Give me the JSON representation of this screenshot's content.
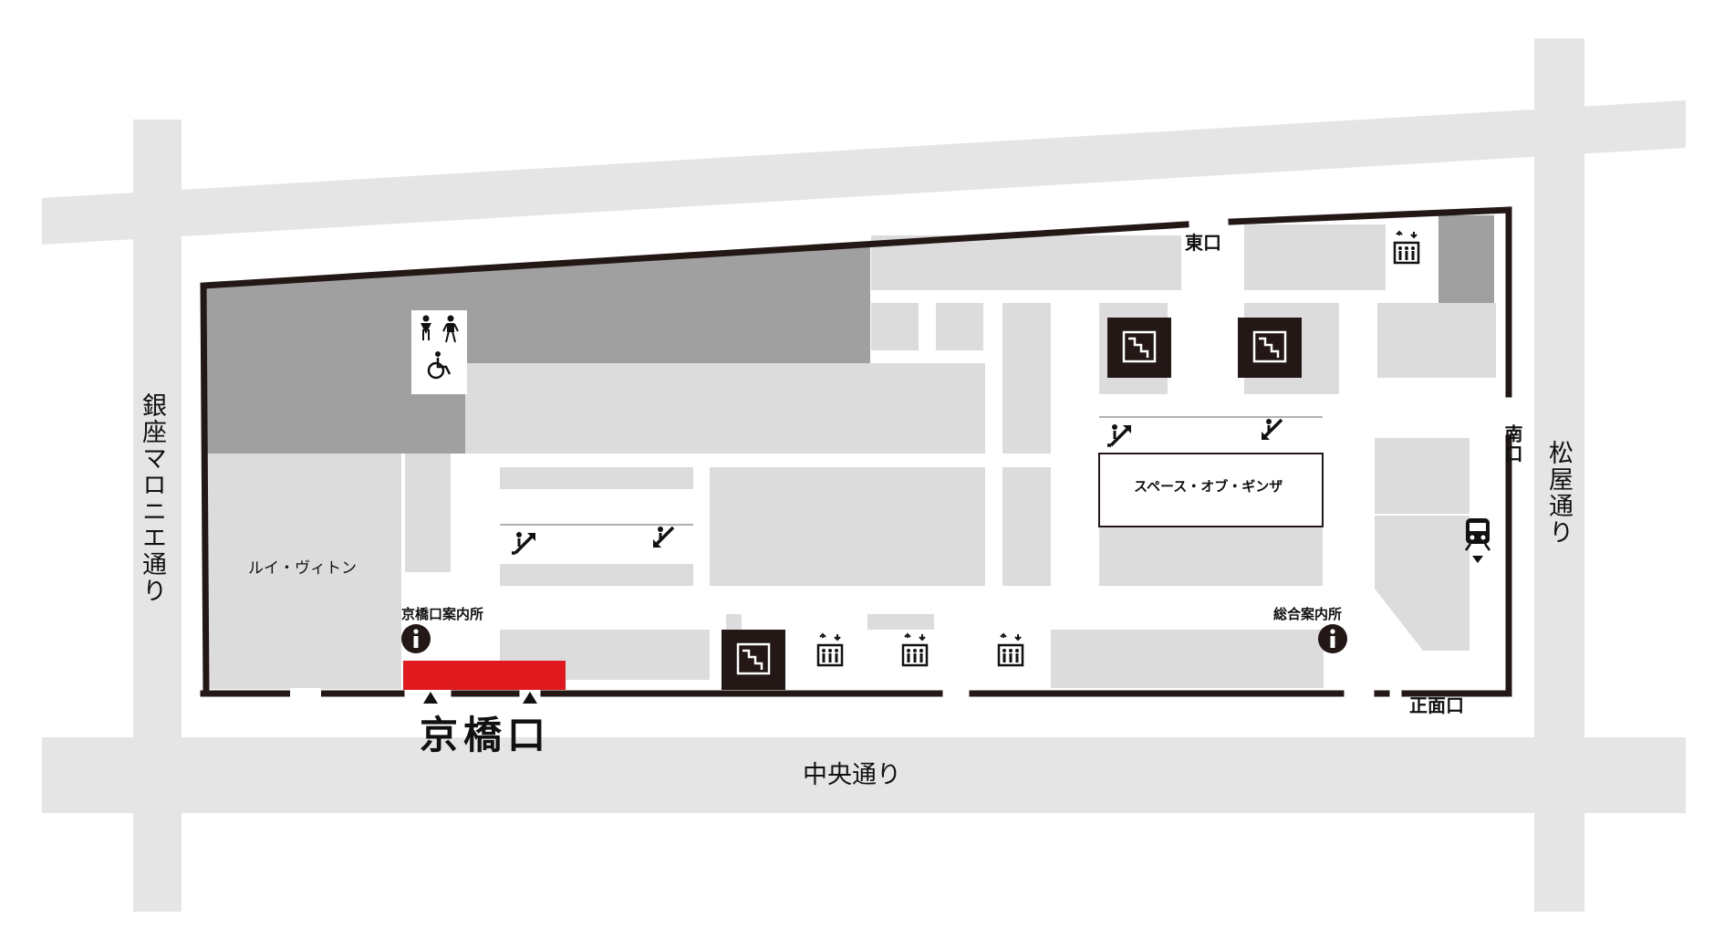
{
  "roads": {
    "left": "銀座マロニエ通り",
    "right": "松屋通り",
    "bottom": "中央通り"
  },
  "entrances": {
    "east": "東口",
    "south": "南口",
    "main": "正面口",
    "kyobashi": "京橋口"
  },
  "info_points": {
    "kyobashi_info": "京橋口案内所",
    "general_info": "総合案内所"
  },
  "shops": {
    "louis_vuitton": "ルイ・ヴィトン",
    "space_of_ginza": "スペース・オブ・ギンザ"
  },
  "highlighted_zone": {
    "color": "#e0191e",
    "meaning": "京橋口"
  },
  "colors": {
    "road": "#e5e5e5",
    "area_light": "#dcdcdc",
    "area_dark": "#a0a0a0",
    "wall": "#231815",
    "accent": "#e0191e"
  },
  "icons": [
    "toilet-icon",
    "wheelchair-icon",
    "elevator-icon",
    "stairs-icon",
    "escalator-up-icon",
    "escalator-down-icon",
    "info-icon",
    "train-icon",
    "entrance-arrow-icon"
  ]
}
